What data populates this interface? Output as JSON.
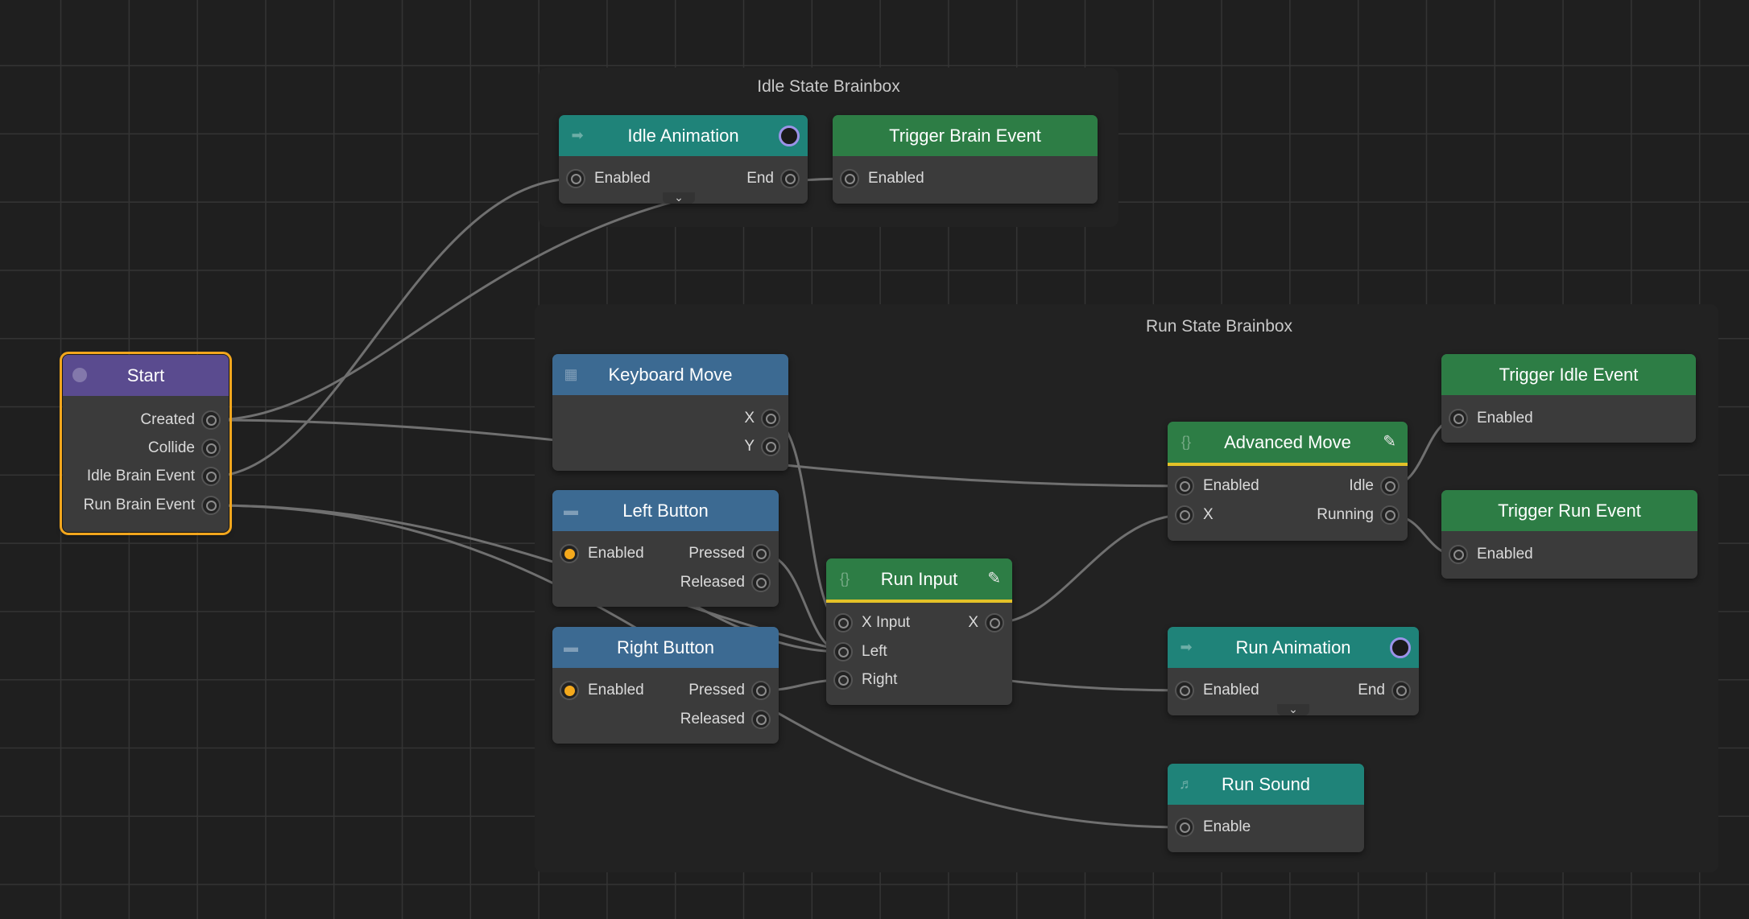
{
  "groups": {
    "idle_title": "Idle State Brainbox",
    "run_title": "Run State Brainbox"
  },
  "nodes": {
    "start": {
      "title": "Start",
      "created": "Created",
      "collide": "Collide",
      "idle_brain_event": "Idle Brain Event",
      "run_brain_event": "Run Brain Event"
    },
    "idle_animation": {
      "title": "Idle Animation",
      "enabled": "Enabled",
      "end": "End"
    },
    "trigger_brain_event": {
      "title": "Trigger Brain Event",
      "enabled": "Enabled"
    },
    "keyboard_move": {
      "title": "Keyboard Move",
      "x": "X",
      "y": "Y"
    },
    "left_button": {
      "title": "Left Button",
      "enabled": "Enabled",
      "pressed": "Pressed",
      "released": "Released"
    },
    "right_button": {
      "title": "Right Button",
      "enabled": "Enabled",
      "pressed": "Pressed",
      "released": "Released"
    },
    "run_input": {
      "title": "Run Input",
      "x_input": "X Input",
      "x": "X",
      "left": "Left",
      "right": "Right"
    },
    "advanced_move": {
      "title": "Advanced Move",
      "enabled": "Enabled",
      "idle": "Idle",
      "x": "X",
      "running": "Running"
    },
    "trigger_idle_event": {
      "title": "Trigger Idle Event",
      "enabled": "Enabled"
    },
    "trigger_run_event": {
      "title": "Trigger Run Event",
      "enabled": "Enabled"
    },
    "run_animation": {
      "title": "Run Animation",
      "enabled": "Enabled",
      "end": "End"
    },
    "run_sound": {
      "title": "Run Sound",
      "enable": "Enable"
    }
  },
  "icons": {
    "start": "play-circle-icon",
    "idle_animation": "animation-arrow-icon",
    "keyboard_move": "keyboard-icon",
    "left_button": "button-icon",
    "right_button": "button-icon",
    "run_input": "script-braces-icon",
    "advanced_move": "script-braces-icon",
    "run_animation": "animation-arrow-icon",
    "run_sound": "speaker-icon",
    "edit": "pencil-icon",
    "expand": "chevron-down-icon"
  },
  "colors": {
    "background": "#1f1f1f",
    "grid": "#343434",
    "node_body": "#3b3b3b",
    "header_purple": "#5a4b8f",
    "header_blue": "#3c6a92",
    "header_teal": "#1f8379",
    "header_green": "#2d7d45",
    "selection": "#f2a61d",
    "active_port": "#f4a91c",
    "wire": "#707070"
  }
}
